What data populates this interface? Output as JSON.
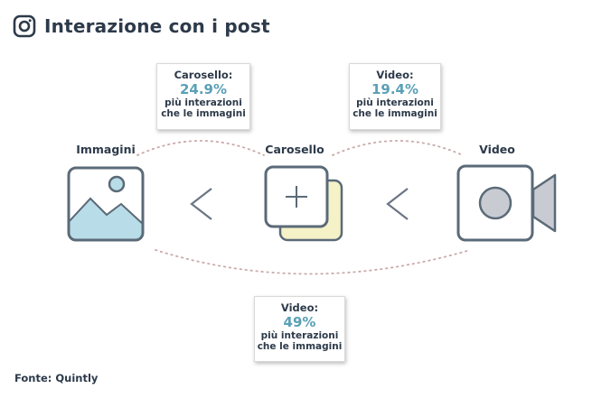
{
  "title": "Interazione con i post",
  "icons": {
    "title": "instagram-icon",
    "images": "image-icon",
    "carousel": "carousel-plus-icon",
    "video": "video-camera-icon"
  },
  "colors": {
    "text": "#2d3a4a",
    "accent": "#5aa0b6",
    "image_fill": "#b9dde8",
    "carousel_back": "#f5f2c8",
    "video_fill": "#c8ccd2"
  },
  "labels": {
    "images": "Immagini",
    "carousel": "Carosello",
    "video": "Video"
  },
  "comparison_symbol": "<",
  "callouts": {
    "carousel": {
      "head": "Carosello:",
      "pct": "24.9%",
      "line1": "più interazioni",
      "line2": "che le immagini"
    },
    "video_vs_carousel": {
      "head": "Video:",
      "pct": "19.4%",
      "line1": "più interazioni",
      "line2": "che le immagini"
    },
    "video_vs_images": {
      "head": "Video:",
      "pct": "49%",
      "line1": "più interazioni",
      "line2": "che le immagini"
    }
  },
  "source": "Fonte: Quintly"
}
